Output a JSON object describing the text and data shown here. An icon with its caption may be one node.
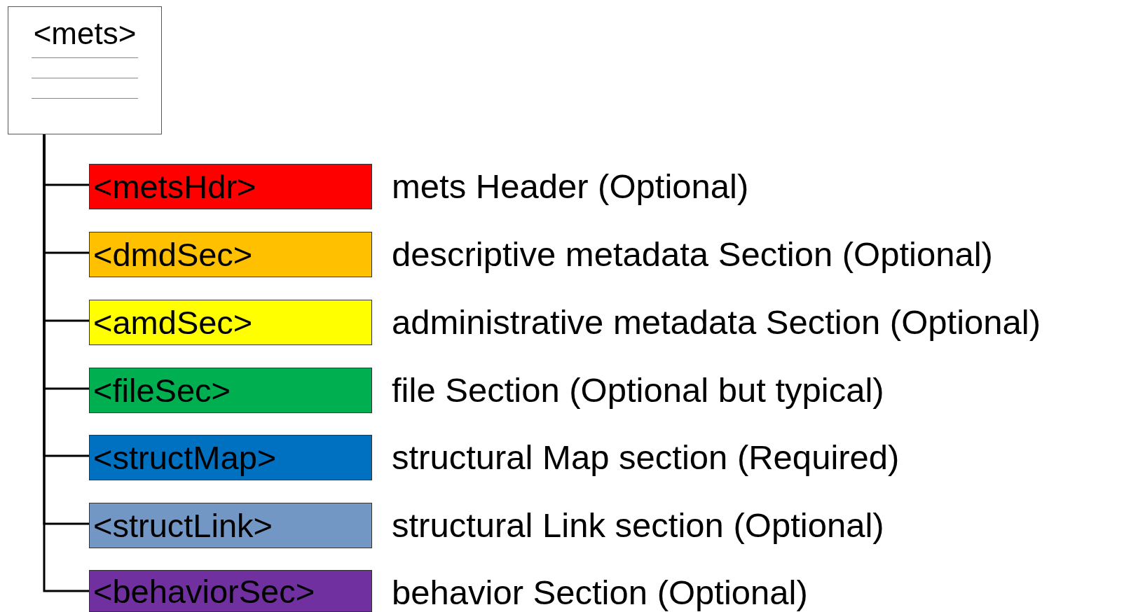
{
  "diagram": {
    "nodes": [
      {
        "text": [
          "<mets>"
        ]
      },
      {
        "text": [
          "<metsHdr>"
        ],
        "beside": [
          "mets Header (Optional)"
        ]
      },
      {
        "text": [
          "<dmdSec>"
        ],
        "beside": [
          "descriptive metadata Section (Optional)"
        ]
      },
      {
        "text": [
          "<amdSec>"
        ],
        "beside": [
          "administrative metadata Section (Optional)"
        ]
      },
      {
        "text": [
          "<fileSec>"
        ],
        "beside": [
          "file Section (Optional but typical)"
        ]
      },
      {
        "text": [
          "<structMap>"
        ],
        "beside": [
          "structural Map section (Required)"
        ]
      },
      {
        "text": [
          "<structLink>"
        ],
        "beside": [
          "structural Link section (Optional)"
        ]
      },
      {
        "text": [
          "<behaviorSec>"
        ],
        "beside": [
          "behavior Section (Optional)"
        ]
      }
    ],
    "edges": [
      {
        "from": 0,
        "to": 1,
        "arrow": "none"
      },
      {
        "from": 0,
        "to": 2,
        "arrow": "none"
      },
      {
        "from": 0,
        "to": 3,
        "arrow": "none"
      },
      {
        "from": 0,
        "to": 4,
        "arrow": "none"
      },
      {
        "from": 0,
        "to": 5,
        "arrow": "none"
      },
      {
        "from": 0,
        "to": 6,
        "arrow": "none"
      },
      {
        "from": 0,
        "to": 7,
        "arrow": "none"
      }
    ]
  }
}
